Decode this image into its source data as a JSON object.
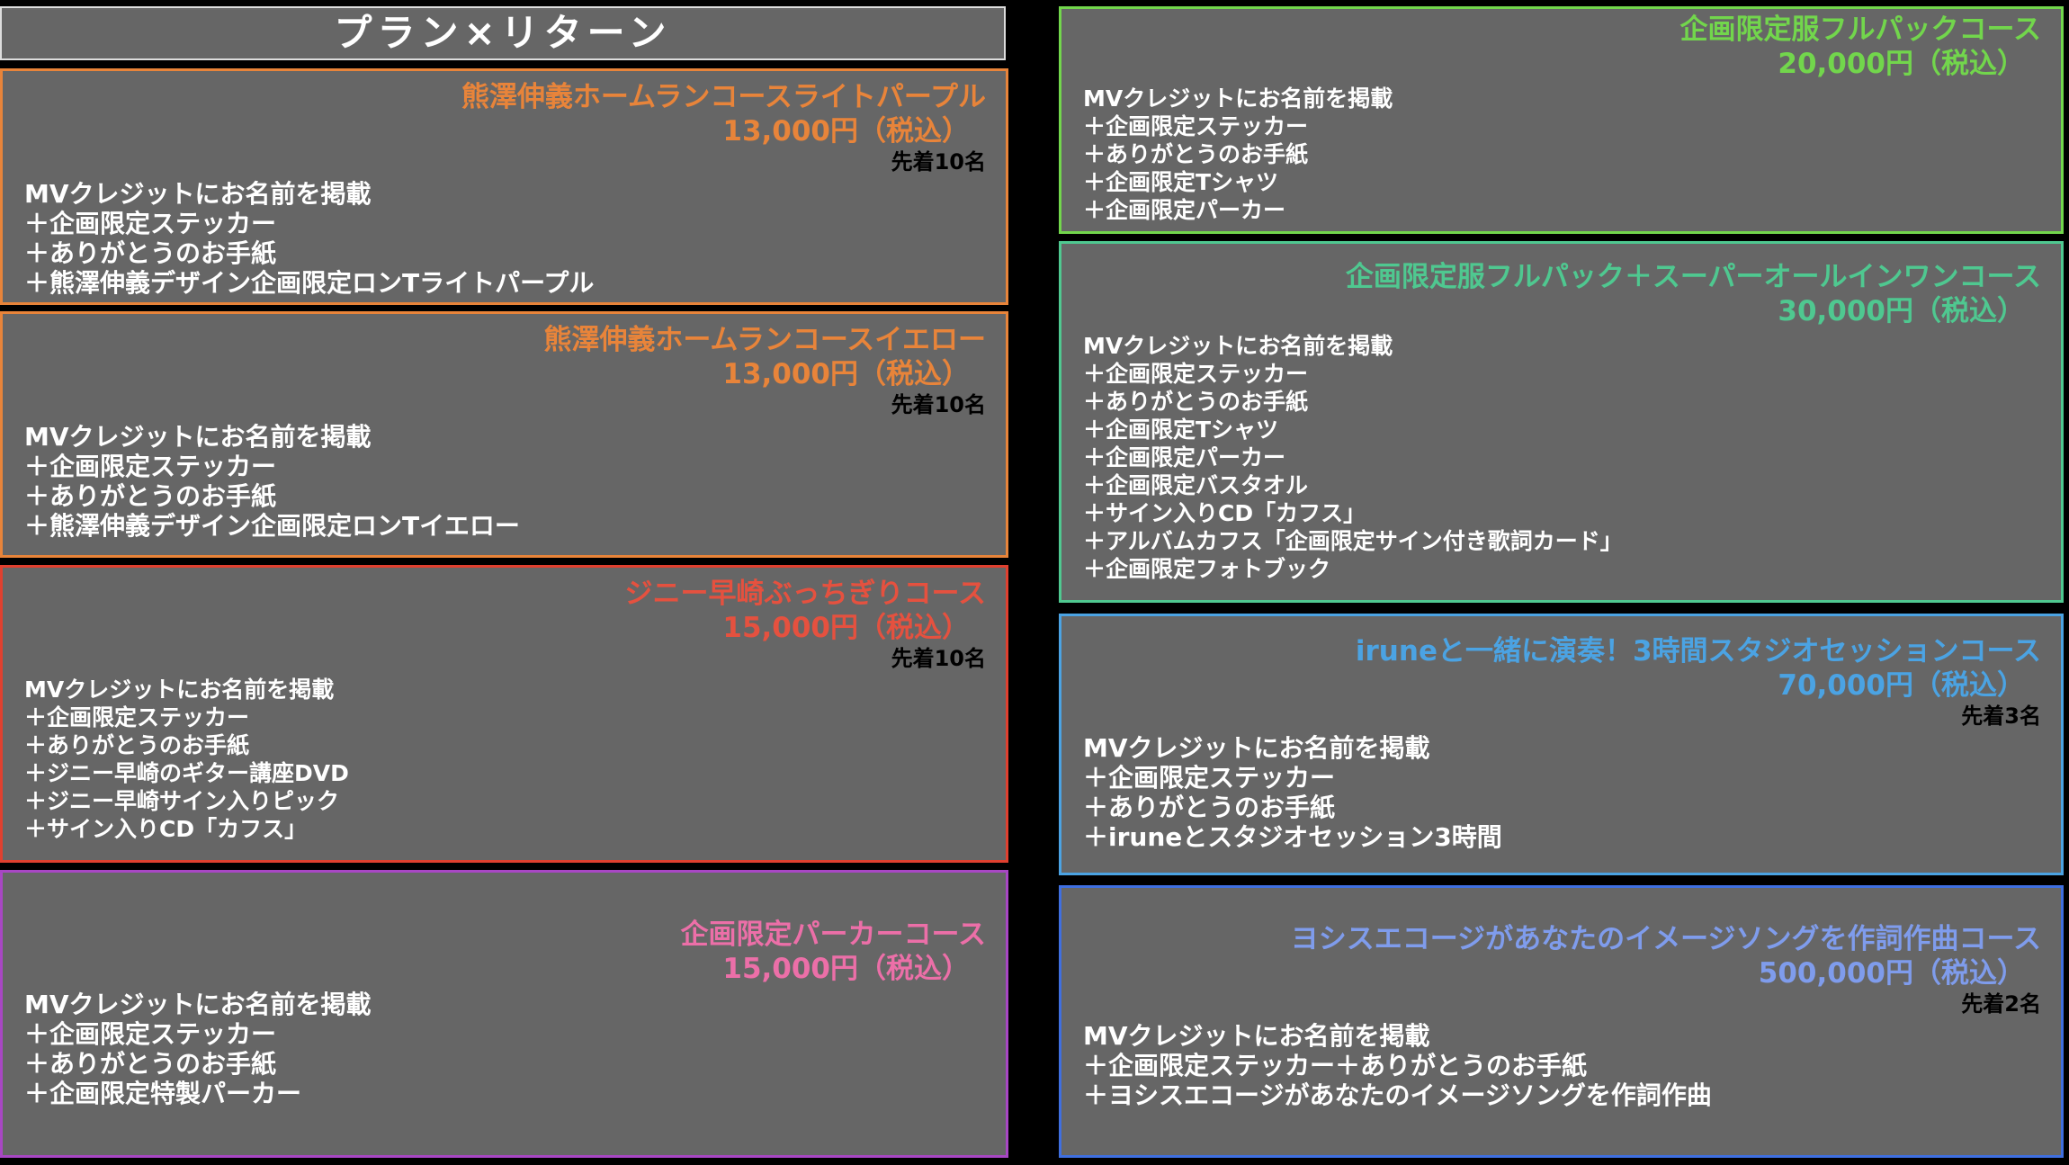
{
  "header": {
    "title": "プラン×リターン"
  },
  "plans": [
    {
      "name": "熊澤伸義ホームランコースライトパープル",
      "price": "13,000円（税込）",
      "limit": "先着10名",
      "color": "#e8843a",
      "border": "#e8843a",
      "items": [
        "MVクレジットにお名前を掲載",
        "＋企画限定ステッカー",
        "＋ありがとうのお手紙",
        "＋熊澤伸義デザイン企画限定ロンTライトパープル"
      ]
    },
    {
      "name": "熊澤伸義ホームランコースイエロー",
      "price": "13,000円（税込）",
      "limit": "先着10名",
      "color": "#e8843a",
      "border": "#e8843a",
      "items": [
        "MVクレジットにお名前を掲載",
        "＋企画限定ステッカー",
        "＋ありがとうのお手紙",
        "＋熊澤伸義デザイン企画限定ロンTイエロー"
      ]
    },
    {
      "name": "ジニー早崎ぶっちぎりコース",
      "price": "15,000円（税込）",
      "limit": "先着10名",
      "color": "#e5513f",
      "border": "#e0402f",
      "items": [
        "MVクレジットにお名前を掲載",
        "＋企画限定ステッカー",
        "＋ありがとうのお手紙",
        "＋ジニー早崎のギター講座DVD",
        "＋ジニー早崎サイン入りピック",
        "＋サイン入りCD「カフス」"
      ]
    },
    {
      "name": "企画限定パーカーコース",
      "price": "15,000円（税込）",
      "color": "#ec6fa8",
      "border": "#a847c4",
      "items": [
        "MVクレジットにお名前を掲載",
        "＋企画限定ステッカー",
        "＋ありがとうのお手紙",
        "＋企画限定特製パーカー"
      ]
    },
    {
      "name": "企画限定服フルパックコース",
      "price": "20,000円（税込）",
      "color": "#72d64c",
      "border": "#72d64c",
      "items": [
        "MVクレジットにお名前を掲載",
        "＋企画限定ステッカー",
        "＋ありがとうのお手紙",
        "＋企画限定Tシャツ",
        "＋企画限定パーカー"
      ]
    },
    {
      "name": "企画限定服フルパック＋スーパーオールインワンコース",
      "price": "30,000円（税込）",
      "color": "#4fc890",
      "border": "#4fc890",
      "items": [
        "MVクレジットにお名前を掲載",
        "＋企画限定ステッカー",
        "＋ありがとうのお手紙",
        "＋企画限定Tシャツ",
        "＋企画限定パーカー",
        "＋企画限定バスタオル",
        "＋サイン入りCD「カフス」",
        "＋アルバムカフス「企画限定サイン付き歌詞カード」",
        "＋企画限定フォトブック"
      ]
    },
    {
      "name": "iruneと一緒に演奏！3時間スタジオセッションコース",
      "price": "70,000円（税込）",
      "limit": "先着3名",
      "color": "#4ba3e3",
      "border": "#4ba3e3",
      "items": [
        "MVクレジットにお名前を掲載",
        "＋企画限定ステッカー",
        "＋ありがとうのお手紙",
        "＋iruneとスタジオセッション3時間"
      ]
    },
    {
      "name": "ヨシスエコージがあなたのイメージソングを作詞作曲コース",
      "price": "500,000円（税込）",
      "limit": "先着2名",
      "color": "#7f9cec",
      "border": "#3f6fe0",
      "items": [
        "MVクレジットにお名前を掲載",
        "＋企画限定ステッカー＋ありがとうのお手紙",
        "＋ヨシスエコージがあなたのイメージソングを作詞作曲"
      ]
    }
  ]
}
